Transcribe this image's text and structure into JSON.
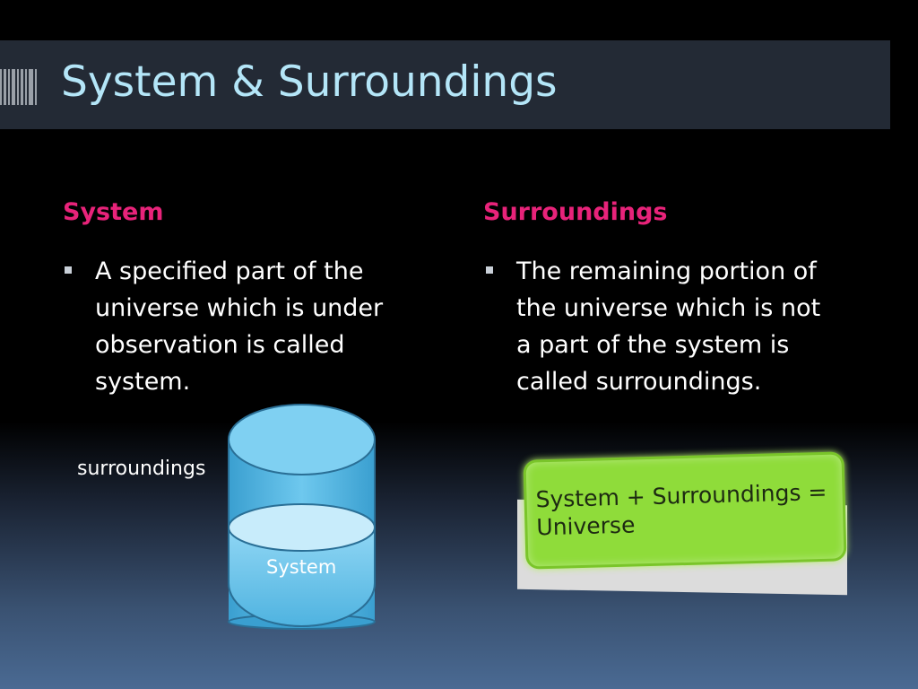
{
  "slide": {
    "title": "System & Surroundings"
  },
  "left": {
    "heading": "System",
    "bullet": [
      "A specified part of the",
      "universe which is under",
      "observation is called",
      "system."
    ]
  },
  "right": {
    "heading": "Surroundings",
    "bullet": [
      "The remaining portion of",
      "the universe which is not",
      "a part of the system is",
      "called surroundings."
    ]
  },
  "diagram": {
    "outer_label": "surroundings",
    "inner_label": "System",
    "cylinder_color": "#5fbde6"
  },
  "equation": {
    "lines": [
      "System + Surroundings =",
      "Universe"
    ],
    "box_color": "#8fdc3a"
  },
  "colors": {
    "title": "#b4e6f8",
    "heading": "#e8237a",
    "body": "#ffffff"
  }
}
